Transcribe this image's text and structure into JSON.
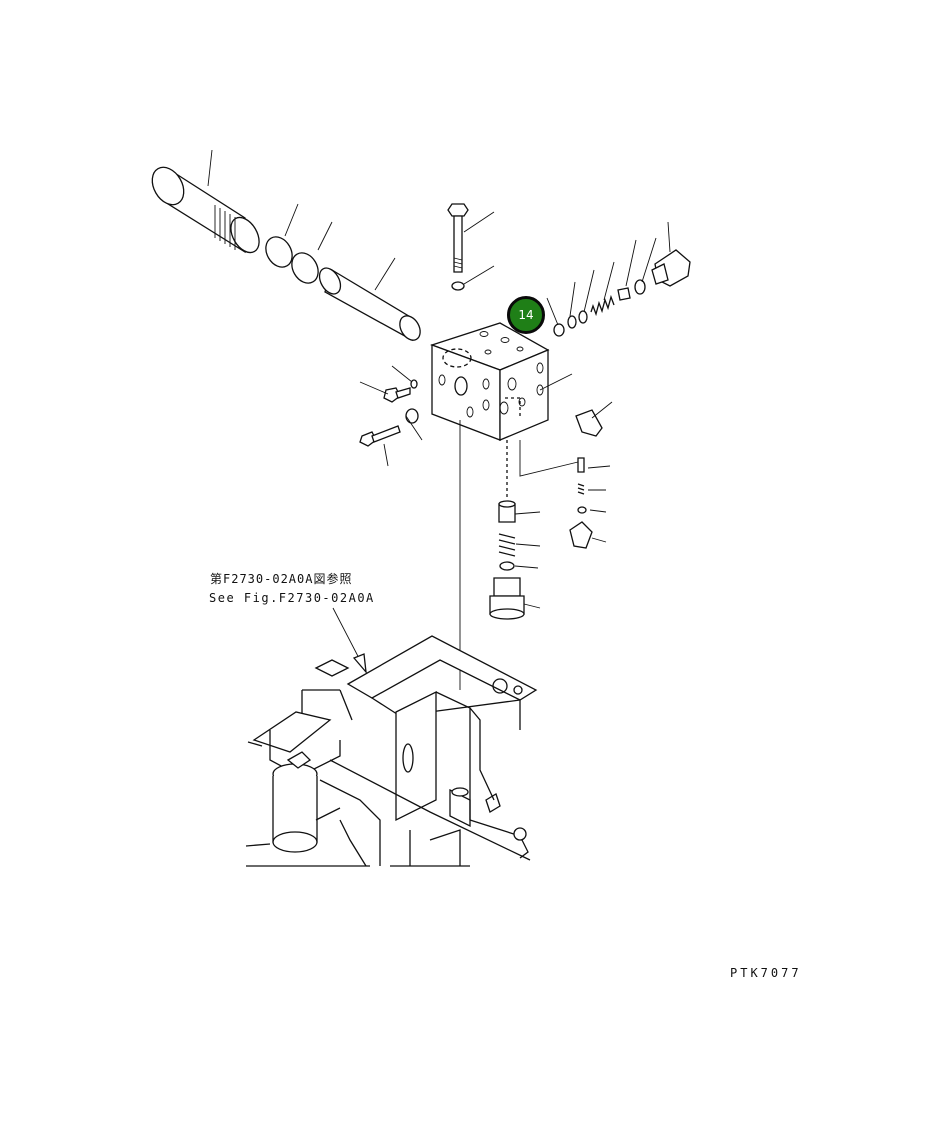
{
  "reference_note": {
    "japanese": "第F2730-02A0A図参照",
    "english": "See Fig.F2730-02A0A"
  },
  "drawing_number": "PTK7077",
  "callouts": [
    {
      "label": "14",
      "color": "#1f7f17"
    }
  ]
}
